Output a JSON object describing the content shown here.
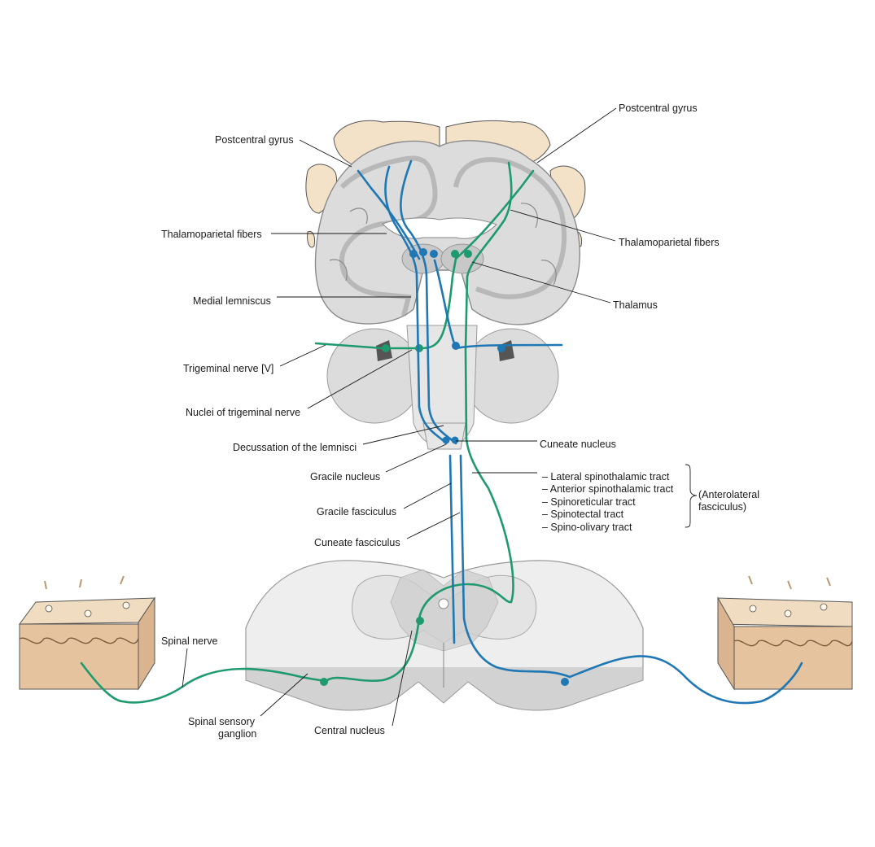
{
  "labels": {
    "postcentral_left": "Postcentral gyrus",
    "postcentral_right": "Postcentral gyrus",
    "thalamoparietal_left": "Thalamoparietal fibers",
    "thalamoparietal_right": "Thalamoparietal fibers",
    "medial_lemniscus": "Medial lemniscus",
    "thalamus": "Thalamus",
    "trigeminal_nerve": "Trigeminal nerve [V]",
    "nuclei_trigeminal": "Nuclei of trigeminal nerve",
    "decussation": "Decussation of the lemnisci",
    "cuneate_nucleus": "Cuneate nucleus",
    "gracile_nucleus": "Gracile nucleus",
    "gracile_fasciculus": "Gracile fasciculus",
    "cuneate_fasciculus": "Cuneate fasciculus",
    "spinal_nerve": "Spinal nerve",
    "spinal_sensory_ganglion_1": "Spinal sensory",
    "spinal_sensory_ganglion_2": "ganglion",
    "central_nucleus": "Central nucleus"
  },
  "tract_list": [
    "– Lateral spinothalamic tract",
    "– Anterior spinothalamic tract",
    "– Spinoreticular tract",
    "– Spinotectal tract",
    "– Spino-olivary tract"
  ],
  "group_label": [
    "(Anterolateral",
    "fasciculus)"
  ],
  "colors": {
    "dorsal_column_pathway": "#1f77b4",
    "anterolateral_pathway": "#1e9a6e",
    "brain_tissue": "#dcdcdc",
    "cortex_outline": "#9a9a9a",
    "homunculus": "#f3e2c8",
    "skin_top": "#f0dcc0",
    "skin_dermis": "#d9b48f"
  }
}
